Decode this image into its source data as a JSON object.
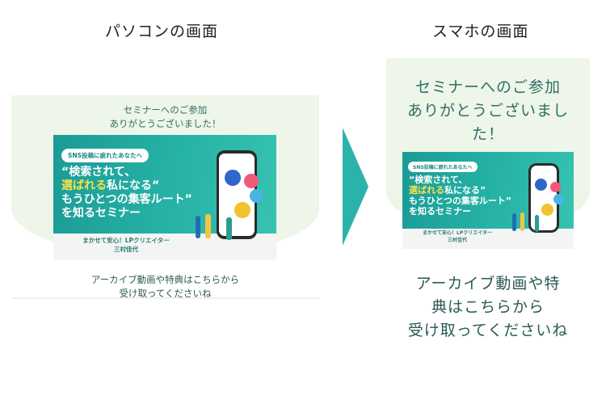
{
  "pc_column": {
    "title": "パソコンの画面",
    "header_lines": [
      "セミナーへのご参加",
      "ありがとうございました！"
    ],
    "footer_lines": [
      "アーカイブ動画や特典はこちらから",
      "受け取ってくださいね"
    ]
  },
  "sp_column": {
    "title": "スマホの画面",
    "header_lines": [
      "セミナーへのご参加",
      "ありがとうございまし",
      "た！"
    ],
    "footer_lines": [
      "アーカイブ動画や特",
      "典はこちらから",
      "受け取ってくださいね"
    ]
  },
  "banner": {
    "pill": "SNS投稿に疲れたあなたへ",
    "line1": "“検索されて、",
    "line2_highlight": "選ばれる",
    "line2_rest": "私になる”",
    "line3": "もうひとつの集客ルート”",
    "line4": "を知るセミナー",
    "sub1": "まかせて安心！LPクリエイター",
    "sub2": "三村佳代"
  },
  "colors": {
    "teal": "#26b3a6",
    "dome": "#edf6e9",
    "arrow": "#2bb3ab",
    "highlight": "#f7e34a"
  }
}
